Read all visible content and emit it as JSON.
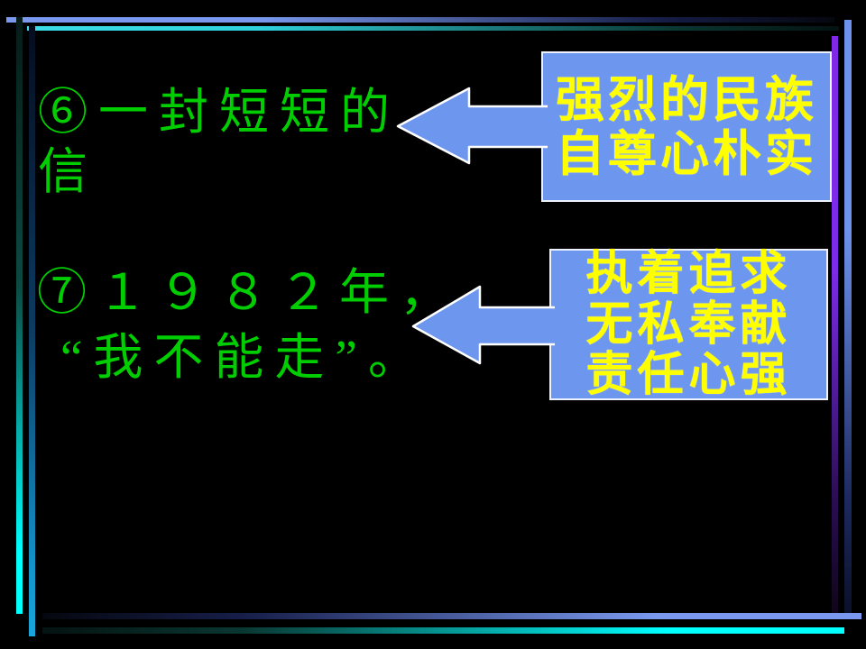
{
  "slide": {
    "background_color": "#000000",
    "points": [
      {
        "lines": [
          "⑥一封短短的",
          "信"
        ]
      },
      {
        "lines": [
          "⑦１９８２年，",
          "“我不能走”。"
        ]
      }
    ],
    "callouts": [
      {
        "lines": [
          "强烈的民族",
          "自尊心朴实"
        ]
      },
      {
        "lines": [
          "执着追求",
          "无私奉献",
          "责任心强"
        ]
      }
    ],
    "colors": {
      "point_text": "#00ce00",
      "callout_fill": "#6d96ee",
      "callout_text": "#ffff00",
      "callout_outline": "#ffffff",
      "border_top_blue": "#7a99ee",
      "border_cyan": "#00ffff",
      "border_purple": "#8028e6",
      "border_sky_blue": "#18a6dc"
    }
  }
}
